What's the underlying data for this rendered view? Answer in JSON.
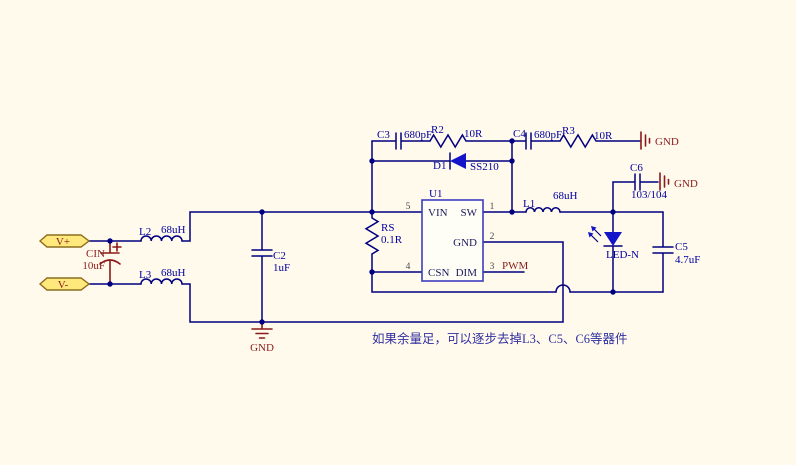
{
  "canvas": {
    "background": "#FFFAEC"
  },
  "colors": {
    "wire": "#000080",
    "component_text": "#0000A0",
    "red_text": "#8B1A1A",
    "diode_fill": "#1414C8",
    "port_fill": "#FFE87C",
    "port_border": "#8C6D1F",
    "chip_border": "#3C3CC0",
    "pin_name_text": "#1A1A5E",
    "pin_number_text": "#4A4A4A",
    "note_text": "#3030A0"
  },
  "ports": {
    "vplus": {
      "label": "V+"
    },
    "vminus": {
      "label": "V-"
    }
  },
  "components": {
    "cin": {
      "ref": "CIN",
      "value": "10uF"
    },
    "l2": {
      "ref": "L2",
      "value": "68uH"
    },
    "l3": {
      "ref": "L3",
      "value": "68uH"
    },
    "c2": {
      "ref": "C2",
      "value": "1uF"
    },
    "c3": {
      "ref": "C3",
      "value": "680pF"
    },
    "r2": {
      "ref": "R2",
      "value": "10R"
    },
    "c4": {
      "ref": "C4",
      "value": "680pF"
    },
    "r3": {
      "ref": "R3",
      "value": "10R"
    },
    "d1": {
      "ref": "D1",
      "value": "SS210"
    },
    "rs": {
      "ref": "RS",
      "value": "0.1R"
    },
    "l1": {
      "ref": "L1",
      "value": "68uH"
    },
    "c6": {
      "ref": "C6",
      "value": "103/104"
    },
    "c5": {
      "ref": "C5",
      "value": "4.7uF"
    },
    "led": {
      "ref": "LED-N"
    }
  },
  "chip": {
    "designator": "U1",
    "pins": {
      "vin": {
        "number": "5",
        "name": "VIN"
      },
      "sw": {
        "number": "1",
        "name": "SW"
      },
      "gnd": {
        "number": "2",
        "name": "GND"
      },
      "csn": {
        "number": "4",
        "name": "CSN"
      },
      "dim": {
        "number": "3",
        "name": "DIM"
      }
    }
  },
  "nets": {
    "pwm": "PWM",
    "gnd": "GND"
  },
  "note": {
    "text": "如果余量足，可以逐步去掉L3、C5、C6等器件"
  }
}
